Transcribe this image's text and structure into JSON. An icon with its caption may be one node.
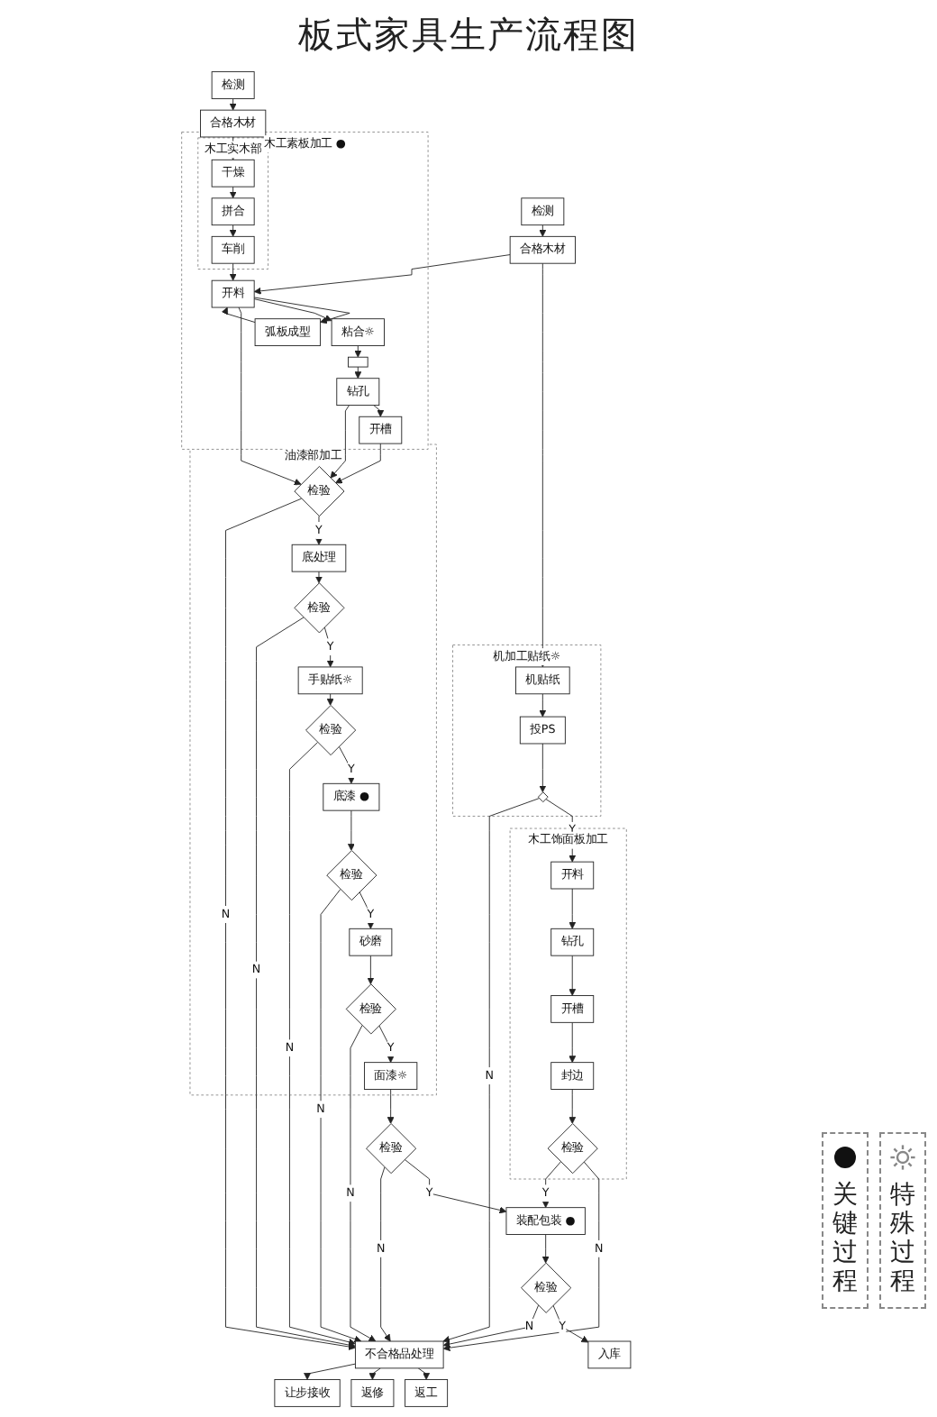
{
  "diagram": {
    "title": "板式家具生产流程图",
    "nodes": [
      {
        "text": [
          "检测"
        ]
      },
      {
        "text": [
          "检测"
        ]
      },
      {
        "text": [
          "合格木材"
        ]
      },
      {
        "text": [
          "合格木材"
        ]
      },
      {
        "text": [
          "木工素板加工 ●"
        ]
      },
      {
        "text": [
          "木工实木部"
        ],
        "in": 4
      },
      {
        "text": [
          "干燥"
        ],
        "in": 5
      },
      {
        "text": [
          "拼合"
        ],
        "in": 5
      },
      {
        "text": [
          "车削"
        ],
        "in": 5
      },
      {
        "text": [
          "开料"
        ],
        "in": 4
      },
      {
        "text": [
          "弧板成型"
        ],
        "in": 4
      },
      {
        "text": [
          "粘合☼"
        ],
        "in": 4
      },
      {
        "text": [],
        "shape": "box",
        "in": 4
      },
      {
        "text": [
          "钻孔"
        ],
        "in": 4
      },
      {
        "text": [
          "开槽"
        ],
        "in": 4
      },
      {
        "text": [
          "机加工贴纸☼"
        ]
      },
      {
        "text": [
          "机贴纸"
        ],
        "in": 15
      },
      {
        "text": [
          "投PS"
        ],
        "in": 15
      },
      {
        "text": [],
        "shape": "diamond",
        "in": 15
      },
      {
        "text": [
          "木工饰面板加工"
        ]
      },
      {
        "text": [
          "开料"
        ],
        "in": 19
      },
      {
        "text": [
          "钻孔"
        ],
        "in": 19
      },
      {
        "text": [
          "开槽"
        ],
        "in": 19
      },
      {
        "text": [
          "封边"
        ],
        "in": 19
      },
      {
        "text": [
          "检验"
        ],
        "in": 19
      },
      {
        "text": [
          "返工"
        ]
      },
      {
        "text": [
          "返修"
        ]
      },
      {
        "text": [
          "让步接收"
        ]
      },
      {
        "text": [
          "油漆部加工"
        ]
      },
      {
        "text": [
          "检验"
        ],
        "in": 28
      },
      {
        "text": [
          "底处理"
        ],
        "in": 28
      },
      {
        "text": [
          "检验"
        ],
        "in": 28
      },
      {
        "text": [
          "手贴纸☼"
        ],
        "in": 28
      },
      {
        "text": [
          "检验"
        ],
        "in": 28
      },
      {
        "text": [
          "底漆 ●"
        ],
        "in": 28
      },
      {
        "text": [
          "检验"
        ],
        "in": 28
      },
      {
        "text": [
          "砂磨"
        ],
        "in": 28
      },
      {
        "text": [
          "检验"
        ],
        "in": 28
      },
      {
        "text": [
          "面漆☼"
        ],
        "in": 28
      },
      {
        "text": [
          "不合格品处理"
        ]
      },
      {
        "text": [
          "检验"
        ]
      },
      {
        "text": [
          "入库"
        ]
      },
      {
        "text": [
          "检验"
        ]
      },
      {
        "text": [
          "装配包装 ●"
        ]
      }
    ],
    "edges": [
      {
        "from": 0,
        "to": 2,
        "arrow": "to"
      },
      {
        "from": 2,
        "to": 6,
        "arrow": "to"
      },
      {
        "from": 6,
        "to": 7,
        "arrow": "to"
      },
      {
        "from": 7,
        "to": 8,
        "arrow": "to"
      },
      {
        "from": 8,
        "to": 9,
        "arrow": "to"
      },
      {
        "from": 1,
        "to": 3,
        "arrow": "to"
      },
      {
        "from": 3,
        "to": 9,
        "arrow": "to"
      },
      {
        "from": 3,
        "to": 16,
        "arrow": "to"
      },
      {
        "from": 9,
        "to": 10,
        "arrow": "to"
      },
      {
        "from": 10,
        "to": 9,
        "arrow": "to"
      },
      {
        "from": 9,
        "to": 11,
        "arrow": "to"
      },
      {
        "from": 11,
        "to": 12,
        "arrow": "to"
      },
      {
        "from": 12,
        "to": 13,
        "arrow": "to"
      },
      {
        "from": 13,
        "to": 14,
        "arrow": "to"
      },
      {
        "from": 14,
        "to": 29,
        "arrow": "to"
      },
      {
        "from": 9,
        "to": 29,
        "arrow": "to"
      },
      {
        "from": 13,
        "to": 29,
        "arrow": "to"
      },
      {
        "from": 16,
        "to": 17,
        "arrow": "to"
      },
      {
        "from": 17,
        "to": 18,
        "arrow": "to"
      },
      {
        "from": 18,
        "to": 20,
        "label": "Y",
        "arrow": "to"
      },
      {
        "from": 18,
        "to": 39,
        "label": "N",
        "arrow": "to"
      },
      {
        "from": 20,
        "to": 21,
        "arrow": "to"
      },
      {
        "from": 21,
        "to": 22,
        "arrow": "to"
      },
      {
        "from": 22,
        "to": 23,
        "arrow": "to"
      },
      {
        "from": 23,
        "to": 24,
        "arrow": "to"
      },
      {
        "from": 24,
        "to": 39,
        "label": "N",
        "arrow": "to"
      },
      {
        "from": 24,
        "to": 43,
        "label": "Y",
        "arrow": "to"
      },
      {
        "from": 39,
        "to": 25,
        "arrow": "to"
      },
      {
        "from": 39,
        "to": 26,
        "arrow": "to"
      },
      {
        "from": 39,
        "to": 27,
        "arrow": "to"
      },
      {
        "from": 29,
        "to": 30,
        "label": "Y",
        "arrow": "to"
      },
      {
        "from": 29,
        "to": 39,
        "label": "N",
        "arrow": "to"
      },
      {
        "from": 30,
        "to": 31,
        "arrow": "to"
      },
      {
        "from": 31,
        "to": 32,
        "label": "Y",
        "arrow": "to"
      },
      {
        "from": 31,
        "to": 39,
        "label": "N",
        "arrow": "to"
      },
      {
        "from": 32,
        "to": 33,
        "arrow": "to"
      },
      {
        "from": 33,
        "to": 34,
        "label": "Y",
        "arrow": "to"
      },
      {
        "from": 33,
        "to": 39,
        "label": "N",
        "arrow": "to"
      },
      {
        "from": 34,
        "to": 35,
        "arrow": "to"
      },
      {
        "from": 35,
        "to": 36,
        "label": "Y",
        "arrow": "to"
      },
      {
        "from": 35,
        "to": 39,
        "label": "N",
        "arrow": "to"
      },
      {
        "from": 36,
        "to": 37,
        "arrow": "to"
      },
      {
        "from": 37,
        "to": 38,
        "label": "Y",
        "arrow": "to"
      },
      {
        "from": 37,
        "to": 39,
        "label": "N",
        "arrow": "to"
      },
      {
        "from": 38,
        "to": 40,
        "arrow": "to"
      },
      {
        "from": 40,
        "to": 43,
        "label": "Y",
        "arrow": "to"
      },
      {
        "from": 40,
        "to": 39,
        "label": "N",
        "arrow": "to"
      },
      {
        "from": 43,
        "to": 42,
        "arrow": "to"
      },
      {
        "from": 42,
        "to": 41,
        "label": "Y",
        "arrow": "to"
      },
      {
        "from": 42,
        "to": 39,
        "label": "N",
        "arrow": "to"
      }
    ],
    "legend": [
      {
        "text": "关键过程"
      },
      {
        "text": "特殊过程"
      }
    ]
  }
}
